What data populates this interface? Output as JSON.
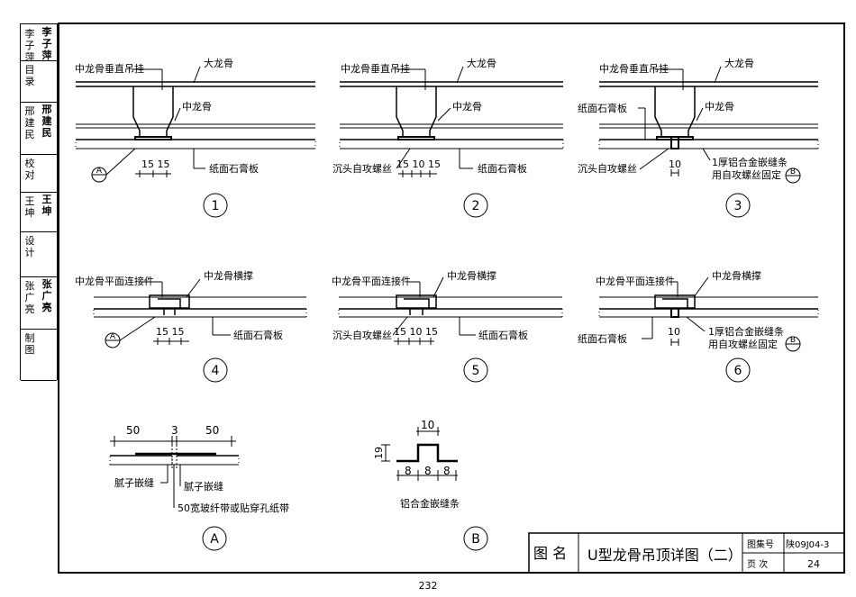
{
  "sidebar": {
    "rows": [
      {
        "label": "李子萍",
        "sign": "李子萍"
      },
      {
        "label": "目录",
        "sign": ""
      },
      {
        "label": "邢建民",
        "sign": "邢建民"
      },
      {
        "label": "校对",
        "sign": ""
      },
      {
        "label": "王坤",
        "sign": "王坤"
      },
      {
        "label": "设计",
        "sign": ""
      },
      {
        "label": "张广亮",
        "sign": "张广亮"
      },
      {
        "label": "制图",
        "sign": ""
      }
    ]
  },
  "details": {
    "d1": {
      "hanger": "中龙骨垂直吊挂",
      "main": "大龙骨",
      "mid": "中龙骨",
      "board": "纸面石膏板",
      "dims": "15 15",
      "marker": "A",
      "num": "1"
    },
    "d2": {
      "hanger": "中龙骨垂直吊挂",
      "main": "大龙骨",
      "mid": "中龙骨",
      "board": "纸面石膏板",
      "screw": "沉头自攻螺丝",
      "dims": "15 10 15",
      "num": "2"
    },
    "d3": {
      "hanger": "中龙骨垂直吊挂",
      "main": "大龙骨",
      "mid": "中龙骨",
      "board": "纸面石膏板",
      "screw": "沉头自攻螺丝",
      "dim": "10",
      "strip1": "1厚铝合金嵌缝条",
      "strip2": "用自攻螺丝固定",
      "marker": "B",
      "num": "3"
    },
    "d4": {
      "conn": "中龙骨平面连接件",
      "brace": "中龙骨横撑",
      "board": "纸面石膏板",
      "dims": "15 15",
      "marker": "A",
      "num": "4"
    },
    "d5": {
      "conn": "中龙骨平面连接件",
      "brace": "中龙骨横撑",
      "board": "纸面石膏板",
      "screw": "沉头自攻螺丝",
      "dims": "15 10 15",
      "num": "5"
    },
    "d6": {
      "conn": "中龙骨平面连接件",
      "brace": "中龙骨横撑",
      "board": "纸面石膏板",
      "dim": "10",
      "strip1": "1厚铝合金嵌缝条",
      "strip2": "用自攻螺丝固定",
      "marker": "B",
      "num": "6"
    },
    "dA": {
      "dim_l": "50",
      "dim_m": "3",
      "dim_r": "50",
      "putty1": "腻子嵌缝",
      "putty2": "腻子嵌缝",
      "tape": "50宽玻纤带或贴穿孔纸带",
      "marker": "A"
    },
    "dB": {
      "top": "10",
      "height": "19",
      "b1": "8",
      "b2": "8",
      "b3": "8",
      "caption": "铝合金嵌缝条",
      "marker": "B"
    }
  },
  "title_block": {
    "label": "图  名",
    "title": "U型龙骨吊顶详图（二）",
    "atlas_label": "图集号",
    "atlas_value": "陕09J04-3",
    "page_label": "页  次",
    "page_value": "24"
  },
  "page_number": "232"
}
